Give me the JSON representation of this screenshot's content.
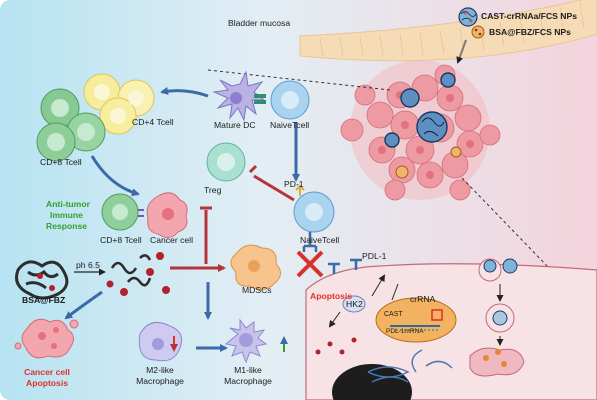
{
  "labels": {
    "bladder_mucosa": "Bladder mucosa",
    "legend_cast": "CAST-crRNAa/FCS NPs",
    "legend_bsa": "BSA@FBZ/FCS NPs",
    "cd4": "CD+4 Tcell",
    "cd8": "CD+8 Tcell",
    "mature_dc": "Mature DC",
    "naive_top": "NaiveTcell",
    "treg": "Treg",
    "pd1": "PD-1",
    "anti_tumor_1": "Anti-tumor",
    "anti_tumor_2": "Immune",
    "anti_tumor_3": "Response",
    "cd8_bottom": "CD+8 Tcell",
    "cancer_cell": "Cancer cell",
    "naive_mid": "NaiveTcell",
    "pdl1": "PDL-1",
    "mdscs": "MDSCs",
    "ph": "ph 6.5",
    "bsa_fbz": "BSA@FBZ",
    "apoptosis_right": "Apoptosis",
    "hk2": "HK2",
    "crrna": "crRNA",
    "cast": "CAST",
    "pdl1_mrna": "PDL-1mRNA",
    "cancer_apop_1": "Cancer cell",
    "cancer_apop_2": "Apoptosis",
    "m2_1": "M2-like",
    "m2_2": "Macrophage",
    "m1_1": "M1-like",
    "m1_2": "Macrophage"
  },
  "colors": {
    "bg_left": "#bfe6f3",
    "bg_right": "#f3d6de",
    "mucosa": "#f6ddb9",
    "tumor": "#ef9aa2",
    "cd8_cell": "#8fcf9c",
    "cd4_cell": "#f9ef9e",
    "naive_cell": "#a9d3ee",
    "treg_cell": "#a7dfcf",
    "cancer": "#f3a6ad",
    "mdsc": "#f7c48e",
    "macrophage": "#c8c3ea",
    "arrow_blue": "#3b6aa8",
    "arrow_red": "#b5343a",
    "alert_red": "#e0322b",
    "alert_green": "#33a02c"
  }
}
